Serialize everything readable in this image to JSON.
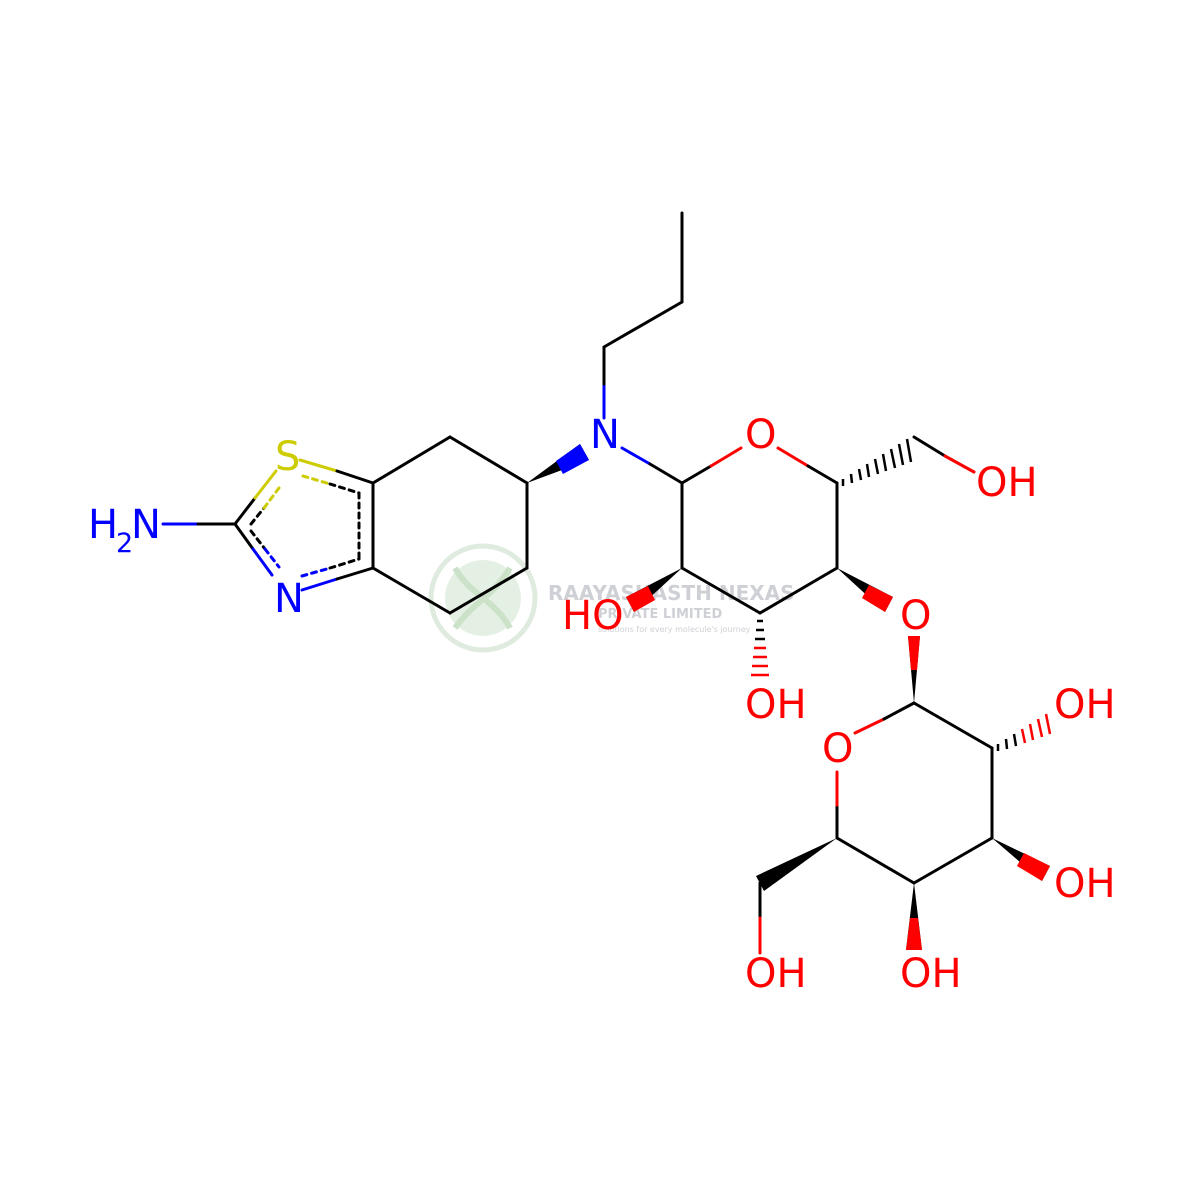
{
  "colors": {
    "bond": "#000000",
    "nitrogen": "#0000ff",
    "oxygen": "#ff0000",
    "sulfur": "#cccc00",
    "watermark": "#d4e8d2",
    "watermark_text": "#c9ccd1"
  },
  "atoms": {
    "nh2": {
      "main": "H",
      "sub": "2",
      "rest": "N"
    },
    "ring_s": "S",
    "ring_n": "N",
    "amine_n": "N",
    "pyranose_o_1": "O",
    "oh_c6": "OH",
    "ho_c2": "HO",
    "oh_c3": "OH",
    "glycosidic_o": "O",
    "pyranose_o_2": "O",
    "oh_a": "OH",
    "oh_b": "OH",
    "oh_c": "OH",
    "oh_d": "OH"
  },
  "watermark": {
    "name": "RAAYASHASTH NEXAS",
    "line2": "PRIVATE LIMITED",
    "tagline": "solutions for every molecule's journey",
    "icon": "dna-leaf-logo-icon"
  }
}
